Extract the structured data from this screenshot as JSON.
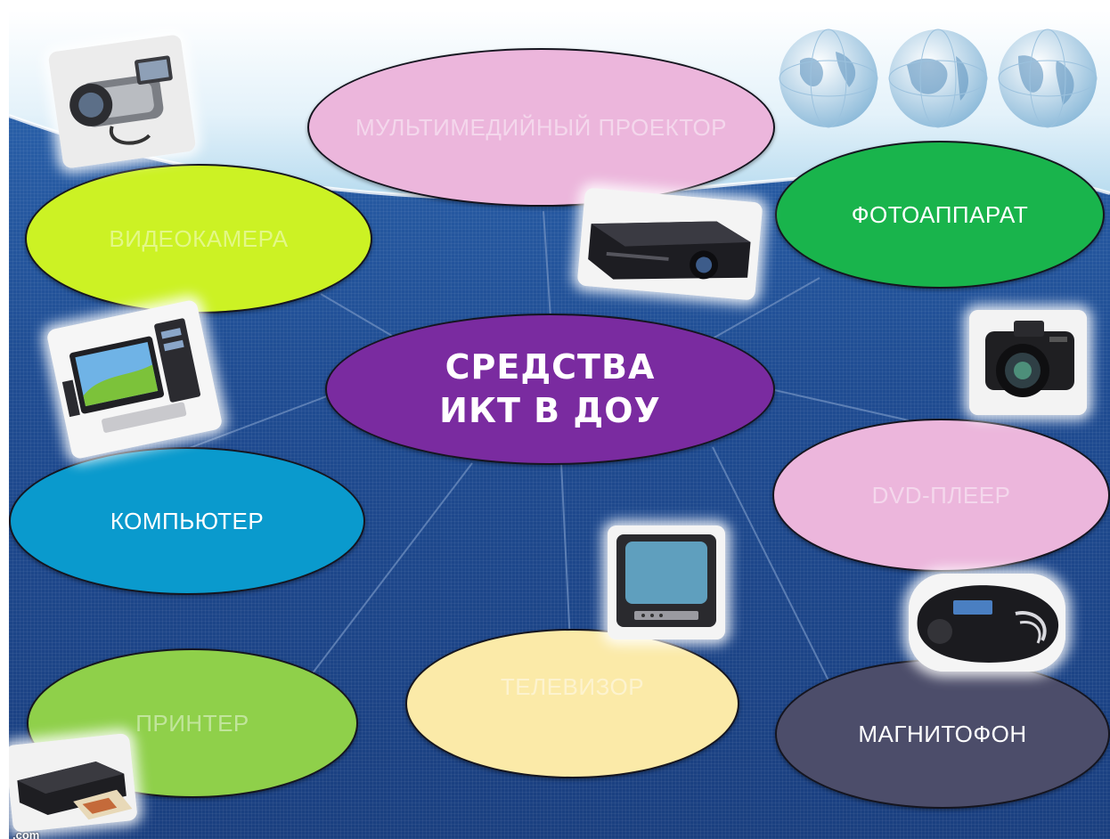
{
  "center": {
    "label": "СРЕДСТВА ИКТ В ДОУ",
    "color": "#7a2ba0"
  },
  "nodes": [
    {
      "label": "МУЛЬТИМЕДИЙНЫЙ ПРОЕКТОР",
      "color": "#ecb6dc"
    },
    {
      "label": "ВИДЕОКАМЕРА",
      "color": "#ccf224"
    },
    {
      "label": "ФОТОАППАРАТ",
      "color": "#19b44c"
    },
    {
      "label": "КОМПЬЮТЕР",
      "color": "#0a9acd"
    },
    {
      "label": "DVD-ПЛЕЕР",
      "color": "#ecb6dc"
    },
    {
      "label": "ПРИНТЕР",
      "color": "#8fd04a"
    },
    {
      "label": "ТЕЛЕВИЗОР",
      "color": "#fbeaa8"
    },
    {
      "label": "МАГНИТОФОН",
      "color": "#4c4d6a"
    }
  ],
  "icons": [
    "camcorder-icon",
    "projector-icon",
    "globe-icon",
    "computer-icon",
    "photo-camera-icon",
    "tv-icon",
    "boombox-icon",
    "printer-icon"
  ],
  "watermark": ".com"
}
